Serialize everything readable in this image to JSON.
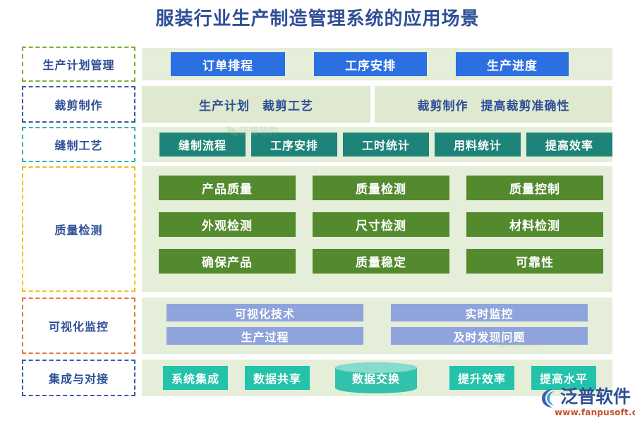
{
  "page": {
    "title": "服装行业生产制造管理系统的应用场景",
    "title_color": "#2f4f96",
    "background": "#ffffff"
  },
  "rows": [
    {
      "id": "production-plan",
      "label": "生产计划管理",
      "border_color": "#7bb03b",
      "container_color": "#e4eed8",
      "chip_style": "chip-blue",
      "chip_color": "#2c6fe0",
      "items": [
        "订单排程",
        "工序安排",
        "生产进度"
      ]
    },
    {
      "id": "cutting",
      "label": "裁剪制作",
      "border_color": "#3b5bab",
      "container_color": "#dee9cf",
      "chip_style": "chip-palegreen",
      "chip_color": "#dee9cf",
      "items": [
        "生产计划　裁剪工艺",
        "裁剪制作　提高裁剪准确性"
      ]
    },
    {
      "id": "sewing",
      "label": "缝制工艺",
      "border_color": "#2bb7ae",
      "container_color": "#e4eed8",
      "chip_style": "chip-teal",
      "chip_color": "#1e8479",
      "items": [
        "缝制流程",
        "工序安排",
        "工时统计",
        "用料统计",
        "提高效率"
      ]
    },
    {
      "id": "quality",
      "label": "质量检测",
      "border_color": "#f2c018",
      "container_color": "#e4eed8",
      "chip_style": "chip-olive",
      "chip_color": "#538a2e",
      "lines": [
        [
          "产品质量",
          "质量检测",
          "质量控制"
        ],
        [
          "外观检测",
          "尺寸检测",
          "材料检测"
        ],
        [
          "确保产品",
          "质量稳定",
          "可靠性"
        ]
      ]
    },
    {
      "id": "visual",
      "label": "可视化监控",
      "border_color": "#e2763a",
      "container_color": "#e4eed8",
      "chip_style": "chip-peri",
      "chip_color": "#8fa3dc",
      "lines": [
        [
          "可视化技术",
          "实时监控"
        ],
        [
          "生产过程",
          "及时发现问题"
        ]
      ]
    },
    {
      "id": "integration",
      "label": "集成与对接",
      "border_color": "#3b5bab",
      "container_color": "#e4eed8",
      "chip_style": "chip-mint",
      "chip_color": "#23c3ab",
      "items": [
        "系统集成",
        "数据共享",
        "数据交换",
        "提升效率",
        "提高水平"
      ],
      "cylinder_item": "数据交换",
      "cylinder_color": "#32c2ab"
    }
  ],
  "watermark": {
    "text": "泛普软件"
  },
  "logo": {
    "mark": "logo-swoosh-icon",
    "name": "泛普软件",
    "url": "www.fanpusoft.com",
    "name_color": "#2f4f96",
    "url_color": "#c4512a"
  }
}
